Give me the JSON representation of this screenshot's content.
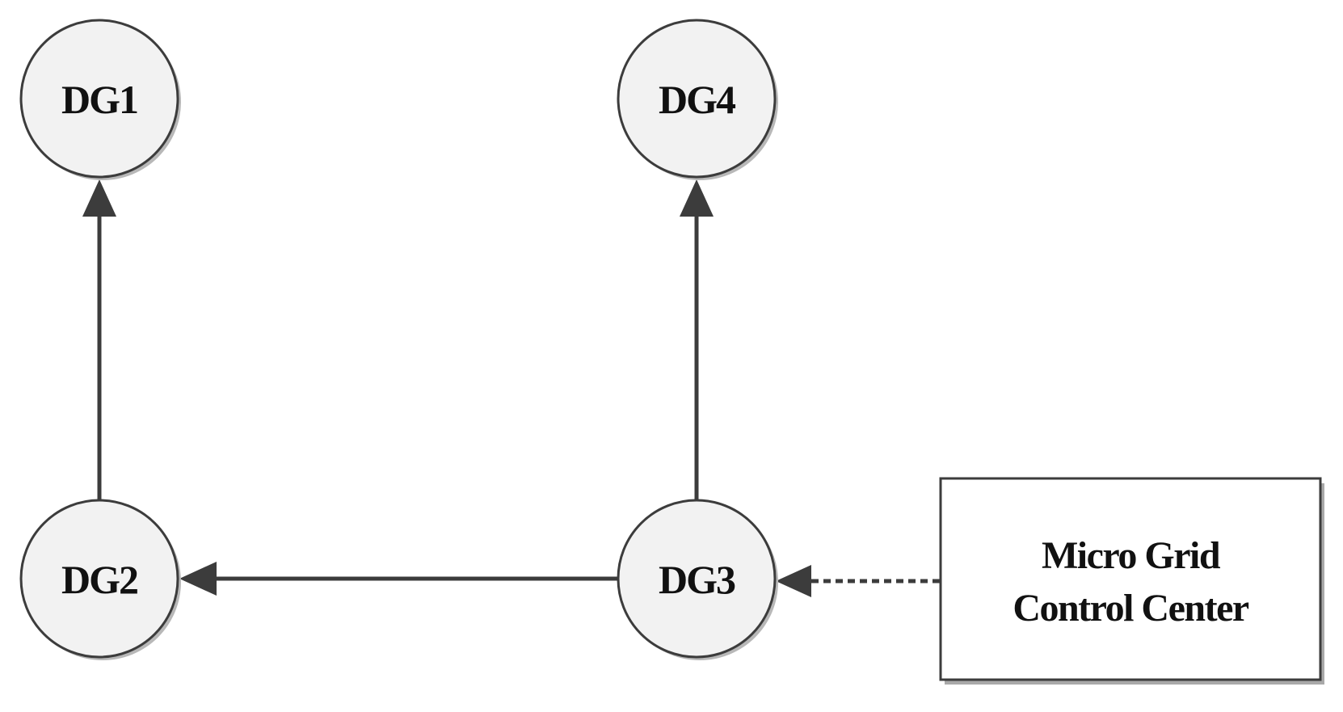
{
  "nodes": {
    "dg1": {
      "label": "DG1"
    },
    "dg2": {
      "label": "DG2"
    },
    "dg3": {
      "label": "DG3"
    },
    "dg4": {
      "label": "DG4"
    }
  },
  "control_center": {
    "line1": "Micro Grid",
    "line2": "Control Center"
  },
  "edges": [
    {
      "from": "DG2",
      "to": "DG1",
      "style": "solid"
    },
    {
      "from": "DG3",
      "to": "DG2",
      "style": "solid"
    },
    {
      "from": "DG3",
      "to": "DG4",
      "style": "solid"
    },
    {
      "from": "Micro Grid Control Center",
      "to": "DG3",
      "style": "dashed"
    }
  ],
  "colors": {
    "stroke": "#3c3c3c",
    "node_fill": "#f2f2f2",
    "text": "#111111"
  }
}
